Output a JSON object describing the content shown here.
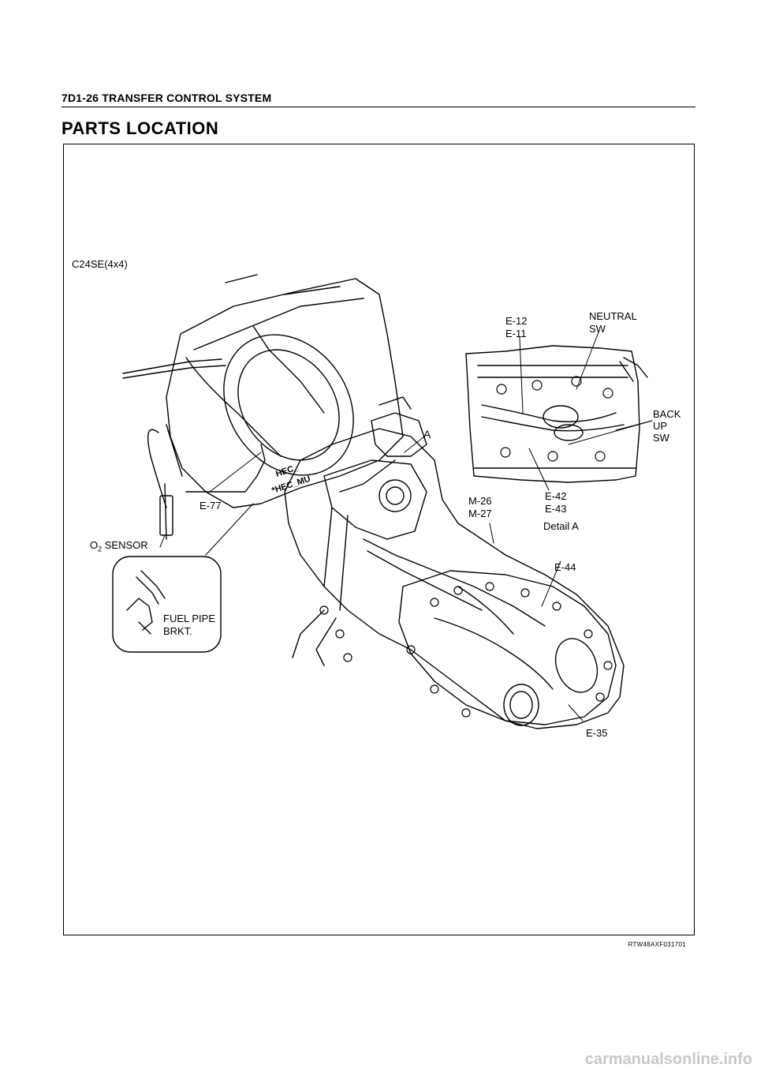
{
  "page": {
    "header": "7D1-26  TRANSFER CONTROL SYSTEM",
    "title": "PARTS LOCATION",
    "figure_code": "RTW48AXF031701",
    "watermark": "carmanualsonline.info"
  },
  "figure": {
    "model": "C24SE(4x4)",
    "labels": {
      "e12": "E-12",
      "e11": "E-11",
      "neutral_sw_1": "NEUTRAL",
      "neutral_sw_2": "SW",
      "back_up_sw_1": "BACK",
      "back_up_sw_2": "UP",
      "back_up_sw_3": "SW",
      "detail_marker": "A",
      "m26": "M-26",
      "m27": "M-27",
      "e42": "E-42",
      "e43": "E-43",
      "detail_a": "Detail A",
      "e77": "E-77",
      "o2_prefix": "O",
      "o2_sub": "2",
      "o2_suffix": " SENSOR",
      "e44": "E-44",
      "fuel_pipe_1": "FUEL PIPE",
      "fuel_pipe_2": "BRKT.",
      "e35": "E-35",
      "hec_1": "HEC_",
      "hec_2": "*HEC_MU"
    }
  }
}
